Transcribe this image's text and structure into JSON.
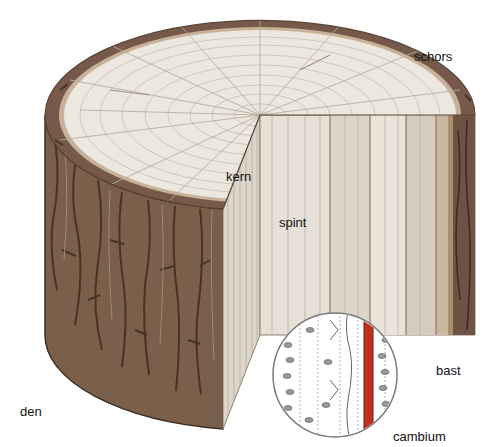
{
  "diagram": {
    "labels": [
      "schors",
      "kern",
      "spint",
      "bast",
      "cambium",
      "den"
    ]
  }
}
